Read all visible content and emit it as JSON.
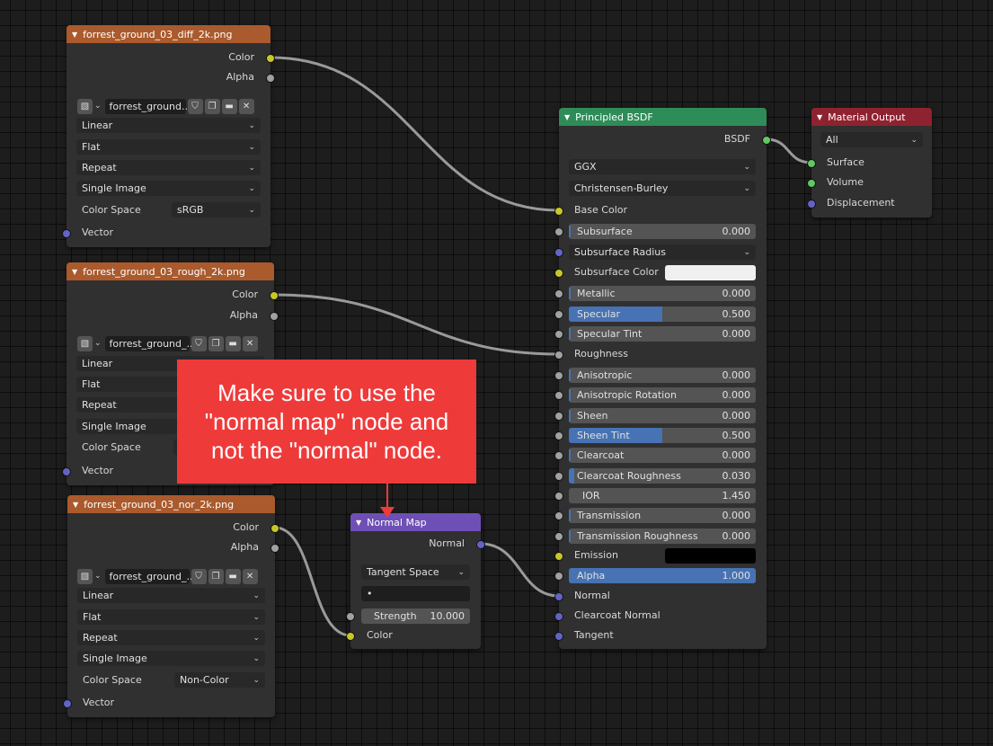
{
  "nodes": {
    "diff": {
      "title": "forrest_ground_03_diff_2k.png",
      "out_color": "Color",
      "out_alpha": "Alpha",
      "image_name": "forrest_ground..",
      "interpolation": "Linear",
      "projection": "Flat",
      "extension": "Repeat",
      "source": "Single Image",
      "color_space_label": "Color Space",
      "color_space": "sRGB",
      "in_vector": "Vector"
    },
    "rough": {
      "title": "forrest_ground_03_rough_2k.png",
      "out_color": "Color",
      "out_alpha": "Alpha",
      "image_name": "forrest_ground_..",
      "interpolation": "Linear",
      "projection": "Flat",
      "extension": "Repeat",
      "source": "Single Image",
      "color_space_label": "Color Space",
      "in_vector": "Vector"
    },
    "nor": {
      "title": "forrest_ground_03_nor_2k.png",
      "out_color": "Color",
      "out_alpha": "Alpha",
      "image_name": "forrest_ground_..",
      "interpolation": "Linear",
      "projection": "Flat",
      "extension": "Repeat",
      "source": "Single Image",
      "color_space_label": "Color Space",
      "color_space": "Non-Color",
      "in_vector": "Vector"
    },
    "normal_map": {
      "title": "Normal Map",
      "out_normal": "Normal",
      "space": "Tangent Space",
      "uv_map": "•",
      "strength_label": "Strength",
      "strength_value": "10.000",
      "in_color": "Color"
    },
    "bsdf": {
      "title": "Principled BSDF",
      "out_bsdf": "BSDF",
      "distribution": "GGX",
      "subsurface_method": "Christensen-Burley",
      "base_color": "Base Color",
      "subsurface": {
        "label": "Subsurface",
        "value": "0.000",
        "fraction": 0
      },
      "subsurface_radius": "Subsurface Radius",
      "subsurface_color": "Subsurface Color",
      "metallic": {
        "label": "Metallic",
        "value": "0.000",
        "fraction": 0
      },
      "specular": {
        "label": "Specular",
        "value": "0.500",
        "fraction": 0.5
      },
      "specular_tint": {
        "label": "Specular Tint",
        "value": "0.000",
        "fraction": 0
      },
      "roughness": "Roughness",
      "anisotropic": {
        "label": "Anisotropic",
        "value": "0.000",
        "fraction": 0
      },
      "anisotropic_rotation": {
        "label": "Anisotropic Rotation",
        "value": "0.000",
        "fraction": 0
      },
      "sheen": {
        "label": "Sheen",
        "value": "0.000",
        "fraction": 0
      },
      "sheen_tint": {
        "label": "Sheen Tint",
        "value": "0.500",
        "fraction": 0.5
      },
      "clearcoat": {
        "label": "Clearcoat",
        "value": "0.000",
        "fraction": 0
      },
      "clearcoat_roughness": {
        "label": "Clearcoat Roughness",
        "value": "0.030",
        "fraction": 0.03
      },
      "ior": {
        "label": "IOR",
        "value": "1.450"
      },
      "transmission": {
        "label": "Transmission",
        "value": "0.000",
        "fraction": 0
      },
      "transmission_roughness": {
        "label": "Transmission Roughness",
        "value": "0.000",
        "fraction": 0
      },
      "emission": "Emission",
      "alpha": {
        "label": "Alpha",
        "value": "1.000",
        "fraction": 1
      },
      "normal": "Normal",
      "clearcoat_normal": "Clearcoat Normal",
      "tangent": "Tangent",
      "subsurface_color_value": "#f0f0f0",
      "emission_color_value": "#000000"
    },
    "output": {
      "title": "Material Output",
      "target": "All",
      "in_surface": "Surface",
      "in_volume": "Volume",
      "in_displacement": "Displacement"
    }
  },
  "annotation": {
    "text": "Make sure to use the \"normal map\" node and not the \"normal\" node."
  },
  "colors": {
    "image_header": "#aa5a2c",
    "bsdf_header": "#2e8c58",
    "output_header": "#8f2230",
    "vector_header": "#6e4fb5",
    "socket_color": "#c7c729",
    "socket_float": "#a1a1a1",
    "socket_vector": "#6363c7",
    "socket_shader": "#63c763",
    "slider_fill": "#4772b3",
    "annotation_bg": "#ef3a3a"
  }
}
